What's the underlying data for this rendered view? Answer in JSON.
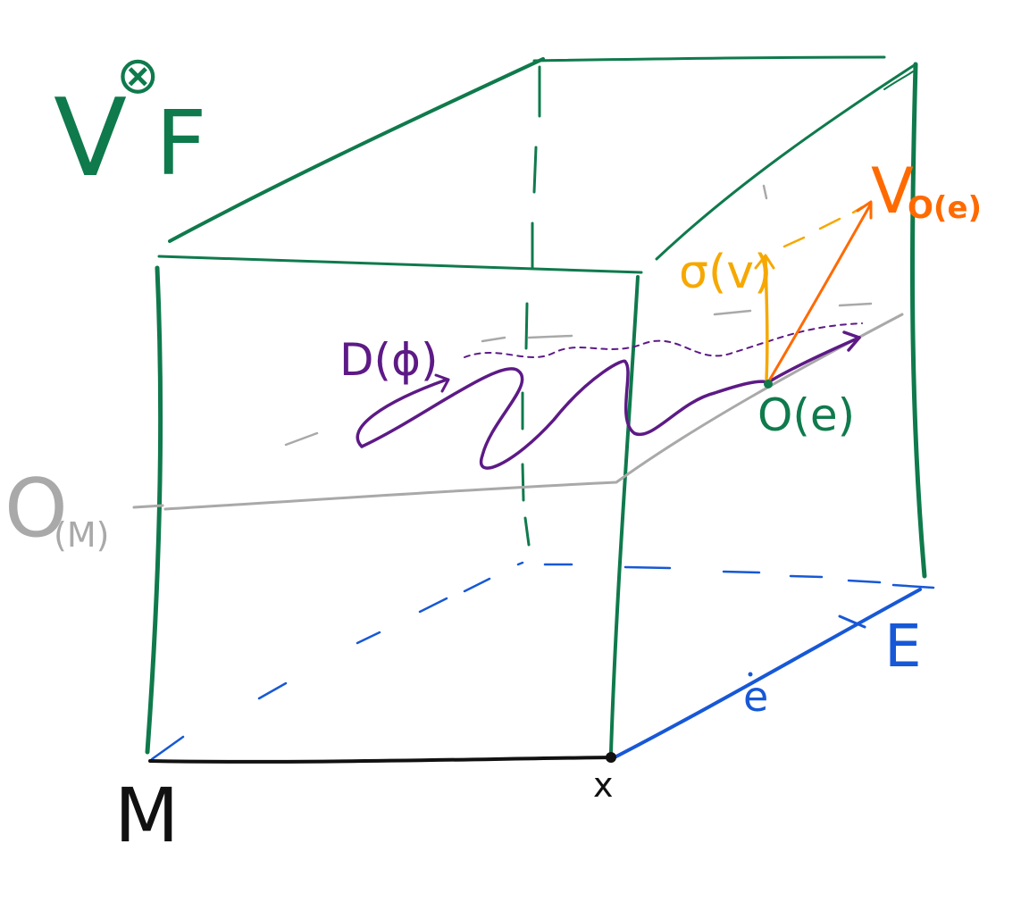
{
  "colors": {
    "green": "#0f7a4c",
    "blue": "#1758d6",
    "gray": "#a9a9a9",
    "purple": "#5d1a86",
    "orange": "#ff6a00",
    "yellow": "#f6a800",
    "black": "#111111"
  },
  "labels": {
    "total_space": "V",
    "total_space_sup": "⊗",
    "total_space_sub": "F",
    "section_value": "σ(v)",
    "vector_space": "V",
    "vector_space_sub": "O(e)",
    "differential": "D(ϕ)",
    "zero_point": "O(e)",
    "zero_section": "O",
    "zero_section_sub": "(M)",
    "bundle": "E",
    "fiber_point": "e",
    "base_manifold": "M",
    "base_point": "x"
  }
}
